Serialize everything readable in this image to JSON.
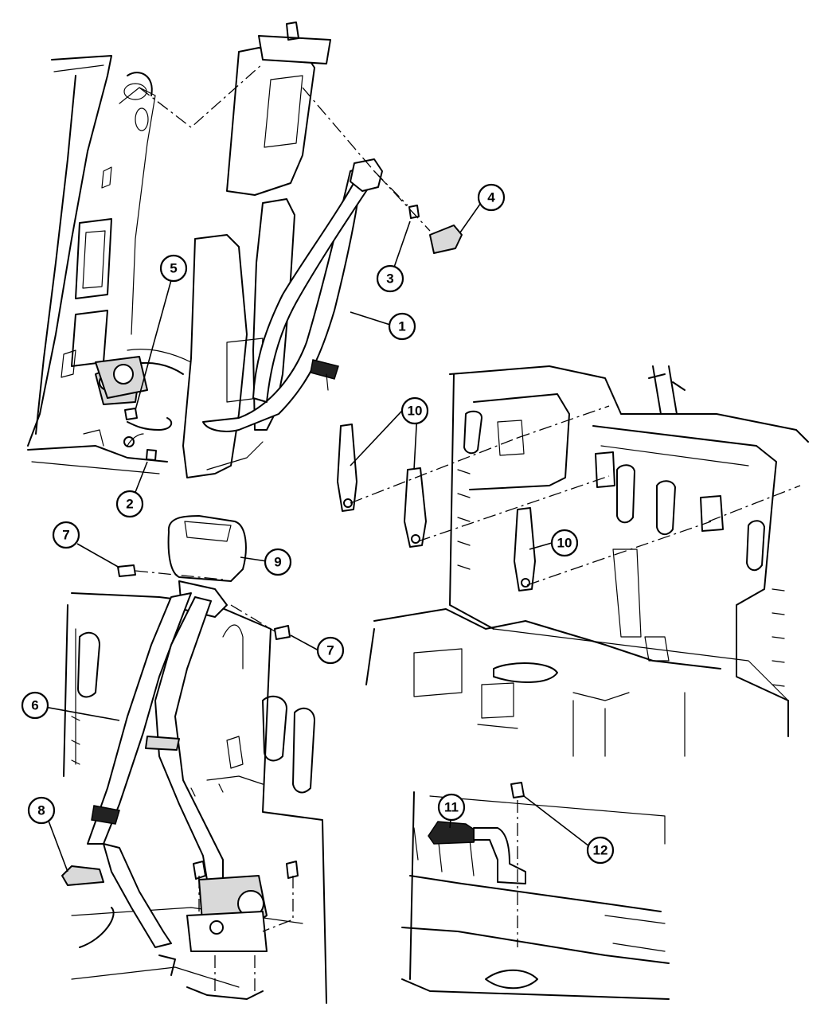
{
  "callouts": [
    {
      "id": "c1",
      "label": "1"
    },
    {
      "id": "c2",
      "label": "2"
    },
    {
      "id": "c3",
      "label": "3"
    },
    {
      "id": "c4",
      "label": "4"
    },
    {
      "id": "c5",
      "label": "5"
    },
    {
      "id": "c6",
      "label": "6"
    },
    {
      "id": "c7a",
      "label": "7"
    },
    {
      "id": "c7b",
      "label": "7"
    },
    {
      "id": "c8",
      "label": "8"
    },
    {
      "id": "c9",
      "label": "9"
    },
    {
      "id": "c10a",
      "label": "10"
    },
    {
      "id": "c10b",
      "label": "10"
    },
    {
      "id": "c11",
      "label": "11"
    },
    {
      "id": "c12",
      "label": "12"
    }
  ]
}
